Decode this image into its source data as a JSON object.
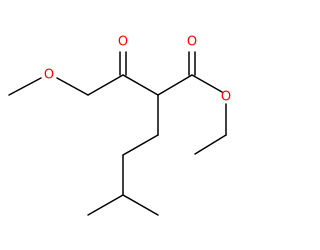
{
  "molecule": {
    "atoms": {
      "methoxy_o": "O",
      "ketone_o": "O",
      "ester_carbonyl_o": "O",
      "ester_o": "O"
    }
  },
  "colors": {
    "bond": "#000000",
    "oxygen": "#ff0000",
    "background": "#ffffff"
  }
}
